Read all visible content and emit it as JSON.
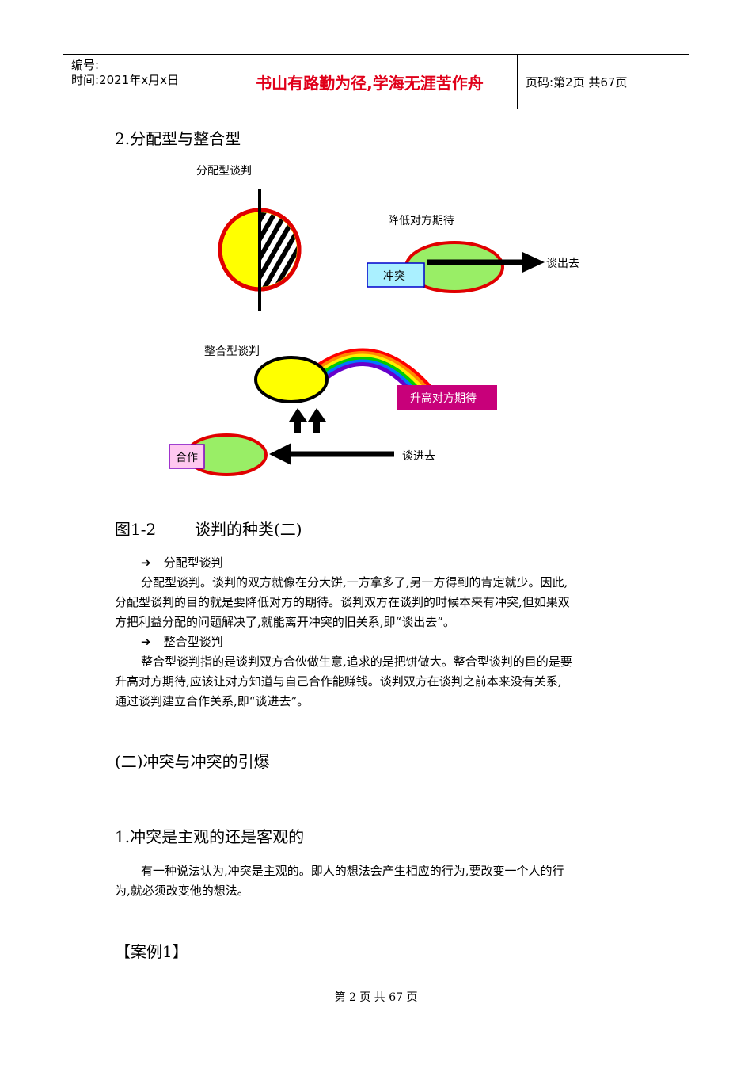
{
  "header": {
    "number_label": "编号:",
    "date_label": "时间:2021年x月x日",
    "motto": "书山有路勤为径,学海无涯苦作舟",
    "page_label": "页码:第2页 共67页"
  },
  "section_heading": "2.分配型与整合型",
  "diagram": {
    "distributive_title": "分配型谈判",
    "lower_expectation": "降低对方期待",
    "conflict_box": "冲突",
    "talk_out": "谈出去",
    "integrative_title": "整合型谈判",
    "raise_expectation": "升高对方期待",
    "cooperate_box": "合作",
    "talk_in": "谈进去",
    "colors": {
      "yellow": "#ffff00",
      "red": "#e00000",
      "green": "#99ee66",
      "cyan_box": "#aaf0ff",
      "blue_border": "#0000cc",
      "magenta": "#c8007a",
      "pink_box": "#ffc8f0",
      "violet_border": "#8000c0"
    }
  },
  "figure_caption": {
    "label": "图1-2",
    "title": "谈判的种类(二)"
  },
  "bullets": {
    "distributive_title": "分配型谈判",
    "distributive_lines": [
      "分配型谈判。谈判的双方就像在分大饼,一方拿多了,另一方得到的肯定就少。因此,",
      "分配型谈判的目的就是要降低对方的期待。谈判双方在谈判的时候本来有冲突,但如果双",
      "方把利益分配的问题解决了,就能离开冲突的旧关系,即“谈出去”。"
    ],
    "integrative_title": "整合型谈判",
    "integrative_lines": [
      "整合型谈判指的是谈判双方合伙做生意,追求的是把饼做大。整合型谈判的目的是要",
      "升高对方期待,应该让对方知道与自己合作能赚钱。谈判双方在谈判之前本来没有关系,",
      "通过谈判建立合作关系,即“谈进去”。"
    ],
    "arrow_glyph": "➔"
  },
  "section2_heading": "(二)冲突与冲突的引爆",
  "subsection_heading": "1.冲突是主观的还是客观的",
  "body_lines": [
    "有一种说法认为,冲突是主观的。即人的想法会产生相应的行为,要改变一个人的行",
    "为,就必须改变他的想法。"
  ],
  "case_heading": "【案例1】",
  "footer": "第 2 页 共 67 页"
}
